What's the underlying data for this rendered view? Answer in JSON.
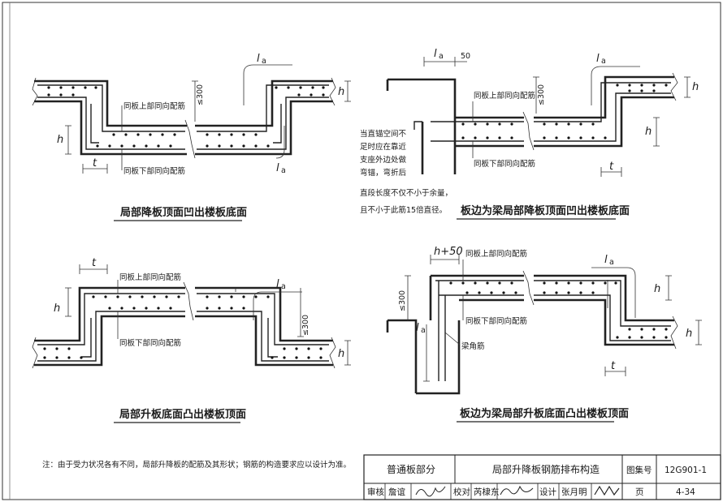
{
  "captions": {
    "a": "局部降板顶面凹出楼板底面",
    "b": "板边为梁局部降板顶面凹出楼板底面",
    "c": "局部升板底面凸出楼板顶面",
    "d": "板边为梁局部升板底面凸出楼板顶面"
  },
  "labels": {
    "top_bars": "同板上部同向配筋",
    "bottom_bars": "同板下部同向配筋",
    "corner_bar": "梁角筋",
    "anchor_note": [
      "当直锚空间不",
      "足时应在靠近",
      "支座外边处做",
      "弯锚，弯折后",
      "直段长度不仅不小于余量，",
      "且不小于此筋15倍直径。"
    ]
  },
  "symbols": {
    "h": "h",
    "t": "t",
    "la": "l",
    "la_sub": "a",
    "le300": "≤300",
    "fifty": "50",
    "h50": "h+50"
  },
  "note": "注：由于受力状况各有不同，局部升降板的配筋及其形状；钢筋的构造要求应以设计为准。",
  "title_block": {
    "section": "普通板部分",
    "title": "局部升降板钢筋排布构造",
    "atlas_label": "图集号",
    "atlas_no": "12G901-1",
    "review_label": "审核",
    "review_name": "詹谊",
    "check_label": "校对",
    "check_name": "芮棣东",
    "design_label": "设计",
    "design_name": "张月明",
    "page_label": "页",
    "page_no": "4-34"
  }
}
